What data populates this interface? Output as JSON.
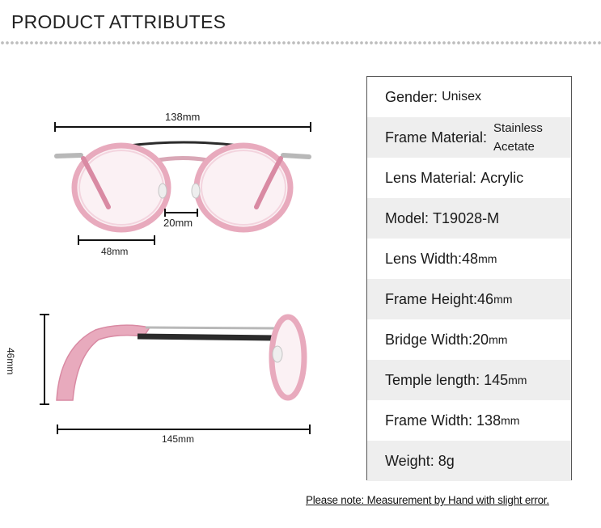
{
  "header": {
    "title": "PRODUCT ATTRIBUTES"
  },
  "front_view": {
    "frame_width_label": "138mm",
    "bridge_label": "20mm",
    "lens_width_label": "48mm"
  },
  "side_view": {
    "frame_height_label": "46mm",
    "temple_label": "145mm"
  },
  "specs": {
    "gender": {
      "label": "Gender:",
      "value": "Unisex"
    },
    "frame_material": {
      "label": "Frame Material:",
      "value_line1": "Stainless",
      "value_line2": "Acetate"
    },
    "lens_material": {
      "label": "Lens Material:",
      "value": "Acrylic"
    },
    "model": {
      "label": "Model:",
      "value": "T19028-M"
    },
    "lens_width": {
      "label": "Lens Width:",
      "value": "48",
      "unit": "mm"
    },
    "frame_height": {
      "label": "Frame Height:",
      "value": "46",
      "unit": "mm"
    },
    "bridge_width": {
      "label": "Bridge Width:",
      "value": "20",
      "unit": "mm"
    },
    "temple_length": {
      "label": "Temple length:",
      "value": "145",
      "unit": "mm"
    },
    "frame_width": {
      "label": "Frame Width:",
      "value": "138",
      "unit": "mm"
    },
    "weight": {
      "label": "Weight:",
      "value": "8g"
    }
  },
  "footer": {
    "note": "Please note: Measurement by Hand with slight error."
  },
  "colors": {
    "frame_pink": "#e8aabd",
    "temple_pink": "#d98aa3",
    "metal_dark": "#2b2b2b",
    "metal_silver": "#b8b8b8"
  }
}
